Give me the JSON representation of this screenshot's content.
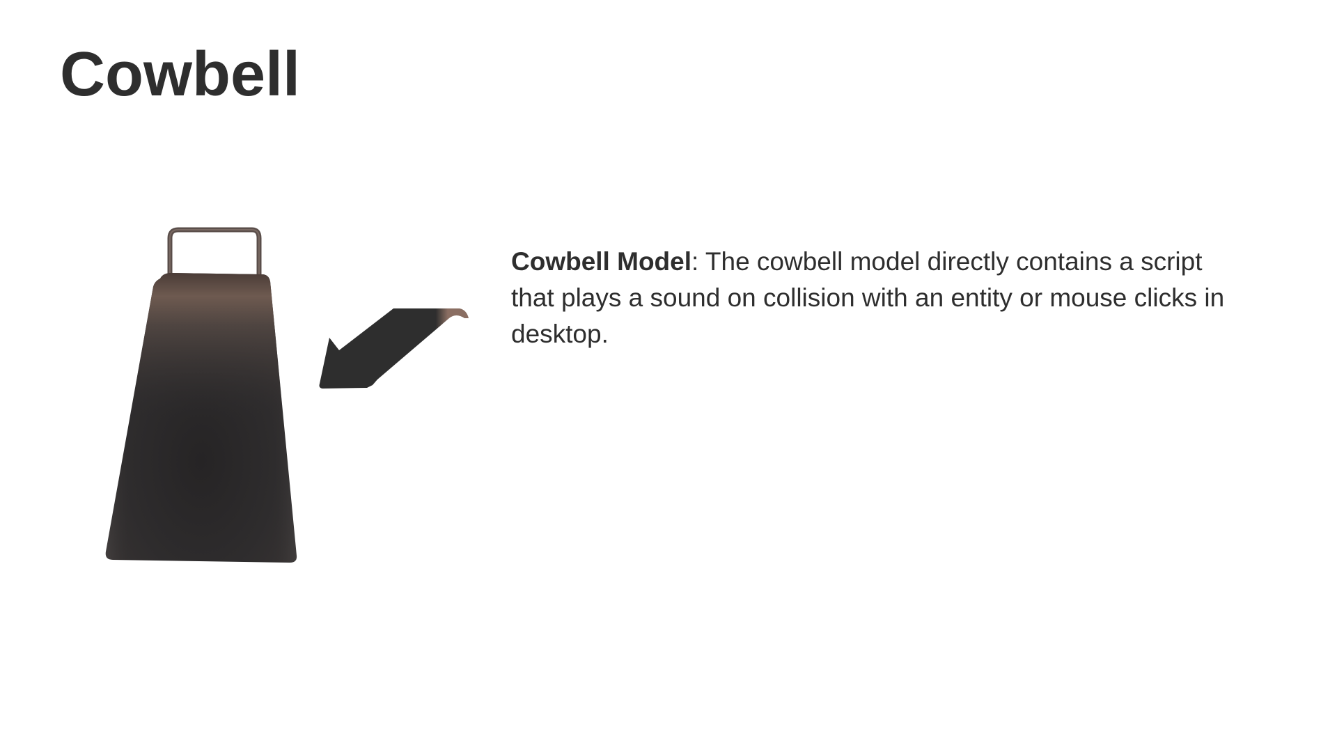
{
  "slide": {
    "title": "Cowbell",
    "description": {
      "term": "Cowbell Model",
      "separator": ":",
      "body": " The cowbell model directly contains a script that plays a sound on collision with an entity or mouse clicks in desktop."
    },
    "image": {
      "icon": "cowbell-model-render"
    },
    "arrow": {
      "icon": "arrow-pointing-down-left",
      "color": "#2e2e2e",
      "tip_color": "#8a6e62"
    },
    "colors": {
      "text": "#2e2e2e",
      "background": "#ffffff",
      "cowbell_body": "#2d2b2c",
      "cowbell_highlight": "#6e5a50"
    }
  }
}
